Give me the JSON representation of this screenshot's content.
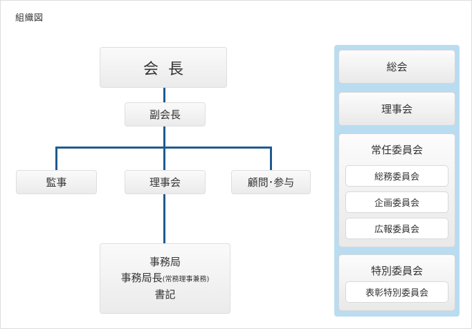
{
  "title": "組織図",
  "org": {
    "chairman": "会長",
    "vice_chairman": "副会長",
    "auditor": "監事",
    "board": "理事会",
    "advisors": "顧問･参与",
    "secretariat": {
      "line1": "事務局",
      "line2_main": "事務局長",
      "line2_note": "(常務理事兼務)",
      "line3": "書記"
    }
  },
  "committees": {
    "general_assembly": "総会",
    "board": "理事会",
    "standing": {
      "title": "常任委員会",
      "items": [
        "総務委員会",
        "企画委員会",
        "広報委員会"
      ]
    },
    "special": {
      "title": "特別委員会",
      "items": [
        "表彰特別委員会"
      ]
    }
  },
  "colors": {
    "connector": "#1e5a8e",
    "panel_bg": "#b9dcf0"
  }
}
